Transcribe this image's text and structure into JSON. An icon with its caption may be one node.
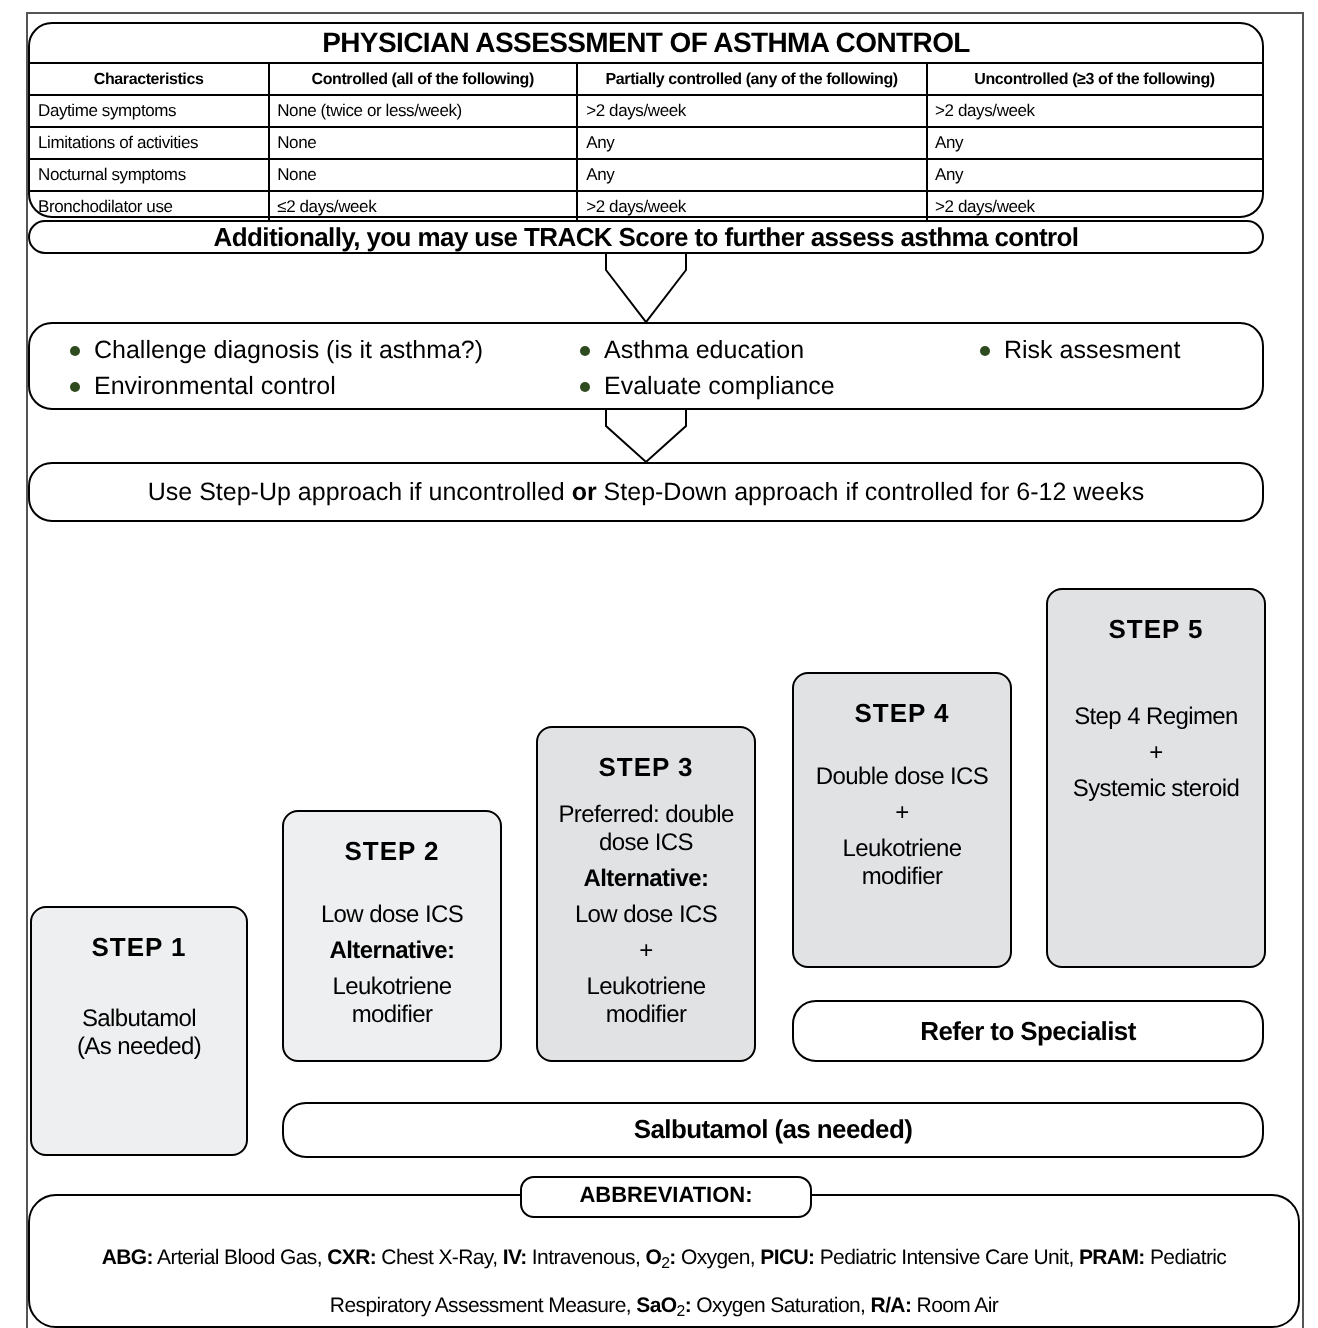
{
  "diagram": {
    "nodes": [
      {
        "text": [
          "PHYSICIAN ASSESSMENT OF ASTHMA CONTROL"
        ]
      },
      {
        "text": [
          "Additionally, you may use TRACK Score to further assess asthma control"
        ]
      },
      {
        "text": [
          "Challenge diagnosis (is it asthma?)",
          "Asthma education",
          "Risk assesment",
          "Environmental control",
          "Evaluate compliance"
        ]
      },
      {
        "text": [
          "Use Step-Up approach if uncontrolled **or** Step-Down approach if controlled for 6-12 weeks"
        ]
      },
      {
        "text": [
          "STEP 1",
          "Salbutamol (As needed)"
        ]
      },
      {
        "text": [
          "STEP 2",
          "Low dose ICS",
          "Alternative:",
          "Leukotriene modifier"
        ]
      },
      {
        "text": [
          "STEP 3",
          "Preferred: double dose ICS",
          "Alternative:",
          "Low dose ICS",
          "+",
          "Leukotriene modifier"
        ]
      },
      {
        "text": [
          "STEP 4",
          "Double dose ICS",
          "+",
          "Leukotriene modifier"
        ]
      },
      {
        "text": [
          "STEP 5",
          "Step 4 Regimen",
          "+",
          "Systemic steroid"
        ]
      },
      {
        "text": [
          "Refer to Specialist"
        ]
      },
      {
        "text": [
          "Salbutamol (as needed)"
        ]
      },
      {
        "text": [
          "ABBREVIATION:",
          "**ABG:** Arterial Blood Gas, **CXR:** Chest X-Ray, **IV:** Intravenous, **O**$_{2}$**:** Oxygen, **PICU:** Pediatric Intensive Care Unit, **PRAM:** Pediatric Respiratory Assessment Measure, **SaO**$_{2}$**:** Oxygen Saturation, **R/A:** Room Air"
        ]
      }
    ],
    "edges": [
      {
        "from": 1,
        "to": 2,
        "arrow": "to"
      },
      {
        "from": 2,
        "to": 3,
        "arrow": "to"
      }
    ],
    "labels": [
      "Characteristics",
      "Controlled (all of the following)",
      "Partially controlled (any of the following)",
      "Uncontrolled (≥3 of the following)",
      "Daytime symptoms",
      "None (twice or less/week)",
      ">2 days/week",
      ">2 days/week",
      "Limitations of activities",
      "None",
      "Any",
      "Any",
      "Nocturnal symptoms",
      "None",
      "Any",
      "Any",
      "Bronchodilator use",
      "≤2 days/week",
      ">2 days/week",
      ">2 days/week"
    ]
  }
}
